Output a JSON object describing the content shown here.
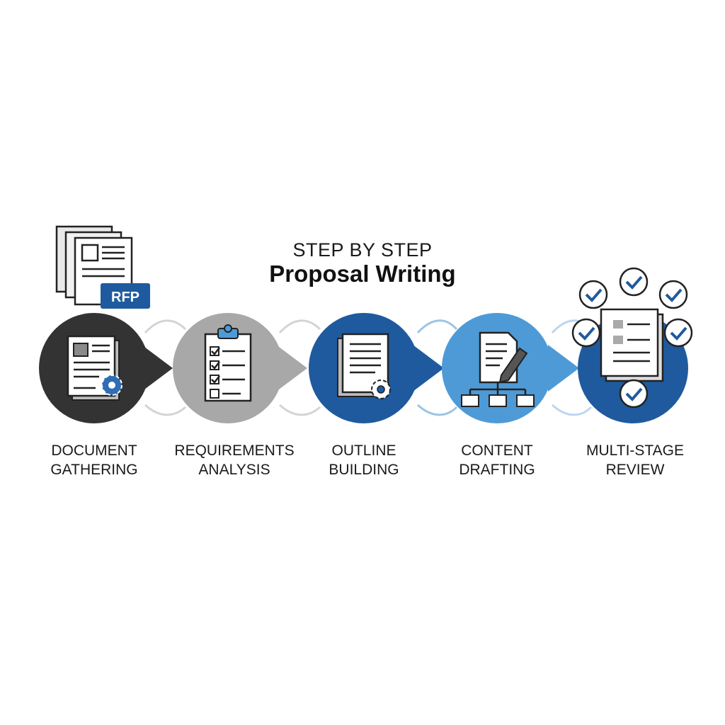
{
  "header": {
    "subtitle": "STEP BY STEP",
    "title": "Proposal Writing"
  },
  "rfp_badge": "RFP",
  "steps": [
    {
      "line1": "DOCUMENT",
      "line2": "GATHERING",
      "color": "#333333"
    },
    {
      "line1": "REQUIREMENTS",
      "line2": "ANALYSIS",
      "color": "#a8a8a8"
    },
    {
      "line1": "OUTLINE",
      "line2": "BUILDING",
      "color": "#1f5a9e"
    },
    {
      "line1": "CONTENT",
      "line2": "DRAFTING",
      "color": "#4e9ad6"
    },
    {
      "line1": "MULTI-STAGE",
      "line2": "REVIEW",
      "color": "#1f5a9e"
    }
  ],
  "colors": {
    "accent_blue": "#1f5a9e",
    "light_blue": "#4e9ad6",
    "dark": "#333333",
    "gray": "#a8a8a8"
  }
}
